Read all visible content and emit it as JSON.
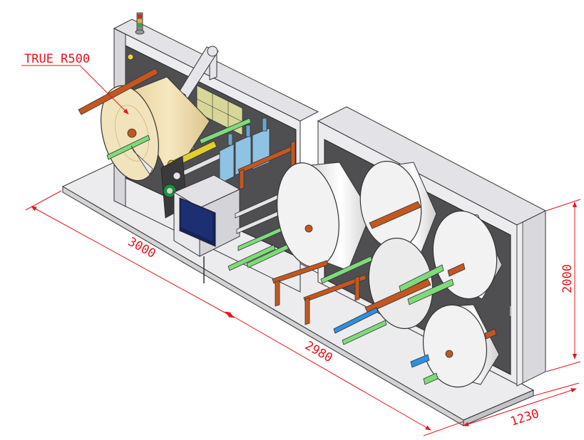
{
  "title_callout": "TRUE R500",
  "dimensions": {
    "length_left": "3000",
    "length_right": "2980",
    "height": "2000",
    "depth": "1230"
  },
  "colors": {
    "dimension_red": "#e8121a",
    "frame_light": "#ecebed",
    "frame_mid": "#d9d8dc",
    "panel_dark": "#505052",
    "roll_white": "#f2f2f2",
    "roll_paper": "#efdcae",
    "shaft_orange": "#c4571f",
    "rod_green": "#7fdb7a",
    "rod_blue": "#2f8fe0",
    "tool_blue": "#8fc3e3",
    "screen_navy": "#14245a"
  }
}
